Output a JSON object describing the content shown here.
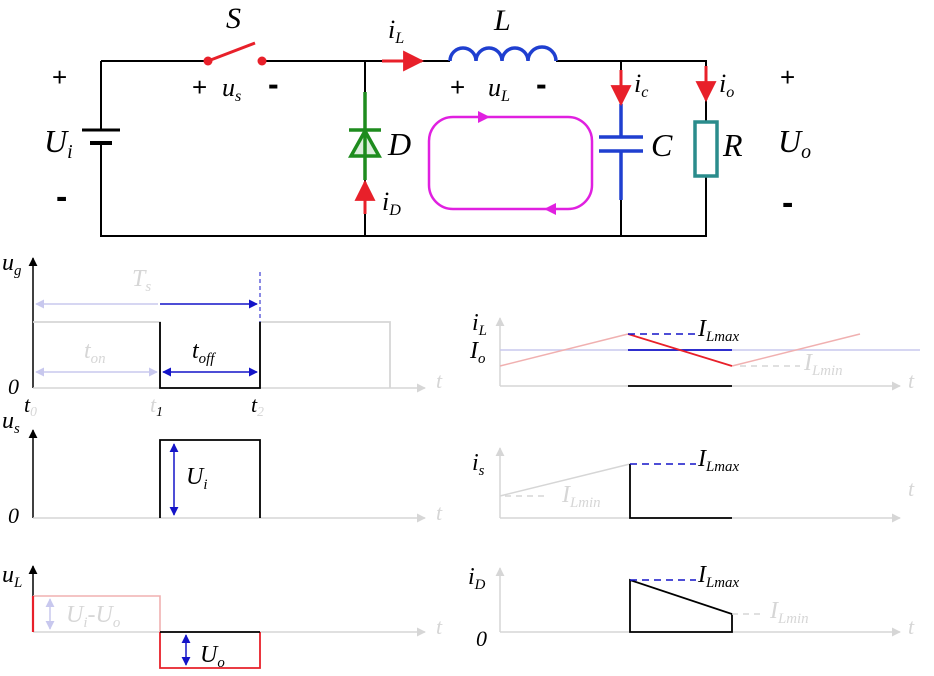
{
  "circuit": {
    "switch": {
      "main": "S",
      "sub": ""
    },
    "inductor": {
      "main": "L",
      "sub": ""
    },
    "diode": {
      "main": "D",
      "sub": ""
    },
    "capacitor": {
      "main": "C",
      "sub": ""
    },
    "resistor": {
      "main": "R",
      "sub": ""
    },
    "input_voltage": {
      "main": "U",
      "sub": "i"
    },
    "output_voltage": {
      "main": "U",
      "sub": "o"
    },
    "switch_voltage": {
      "main": "u",
      "sub": "s"
    },
    "inductor_voltage": {
      "main": "u",
      "sub": "L"
    },
    "inductor_current": {
      "main": "i",
      "sub": "L"
    },
    "diode_current": {
      "main": "i",
      "sub": "D"
    },
    "capacitor_current": {
      "main": "i",
      "sub": "c"
    },
    "output_current": {
      "main": "i",
      "sub": "o"
    },
    "plus": "+",
    "minus": "-"
  },
  "waveforms": {
    "ug_axis": {
      "main": "u",
      "sub": "g"
    },
    "us_axis": {
      "main": "u",
      "sub": "s"
    },
    "uL_axis": {
      "main": "u",
      "sub": "L"
    },
    "iL_axis": {
      "main": "i",
      "sub": "L"
    },
    "is_axis": {
      "main": "i",
      "sub": "s"
    },
    "iD_axis": {
      "main": "i",
      "sub": "D"
    },
    "time_axis": "t",
    "zero": "0",
    "period": {
      "main": "T",
      "sub": "s"
    },
    "on_time": {
      "main": "t",
      "sub": "on"
    },
    "off_time": {
      "main": "t",
      "sub": "off"
    },
    "t0": {
      "main": "t",
      "sub": "0"
    },
    "t1": {
      "main": "t",
      "sub": "1"
    },
    "t2": {
      "main": "t",
      "sub": "2"
    },
    "Ui": {
      "main": "U",
      "sub": "i"
    },
    "Uo": {
      "main": "U",
      "sub": "o"
    },
    "Ui_minus_Uo": {
      "a": "U",
      "a_sub": "i",
      "mid": "-U",
      "b_sub": "o"
    },
    "Io": {
      "main": "I",
      "sub": "o"
    },
    "ILmax": {
      "main": "I",
      "sub": "Lmax"
    },
    "ILmin": {
      "main": "I",
      "sub": "Lmin"
    }
  },
  "colors": {
    "wire": "#000000",
    "switch": "#e8202a",
    "inductor": "#1f3fd0",
    "diode": "#1e8c1e",
    "capacitor": "#1f3fd0",
    "resistor": "#2a8c8c",
    "loop": "#e020e0",
    "faded": "#d6d6d6",
    "faded_blue": "#c8c8ee"
  }
}
